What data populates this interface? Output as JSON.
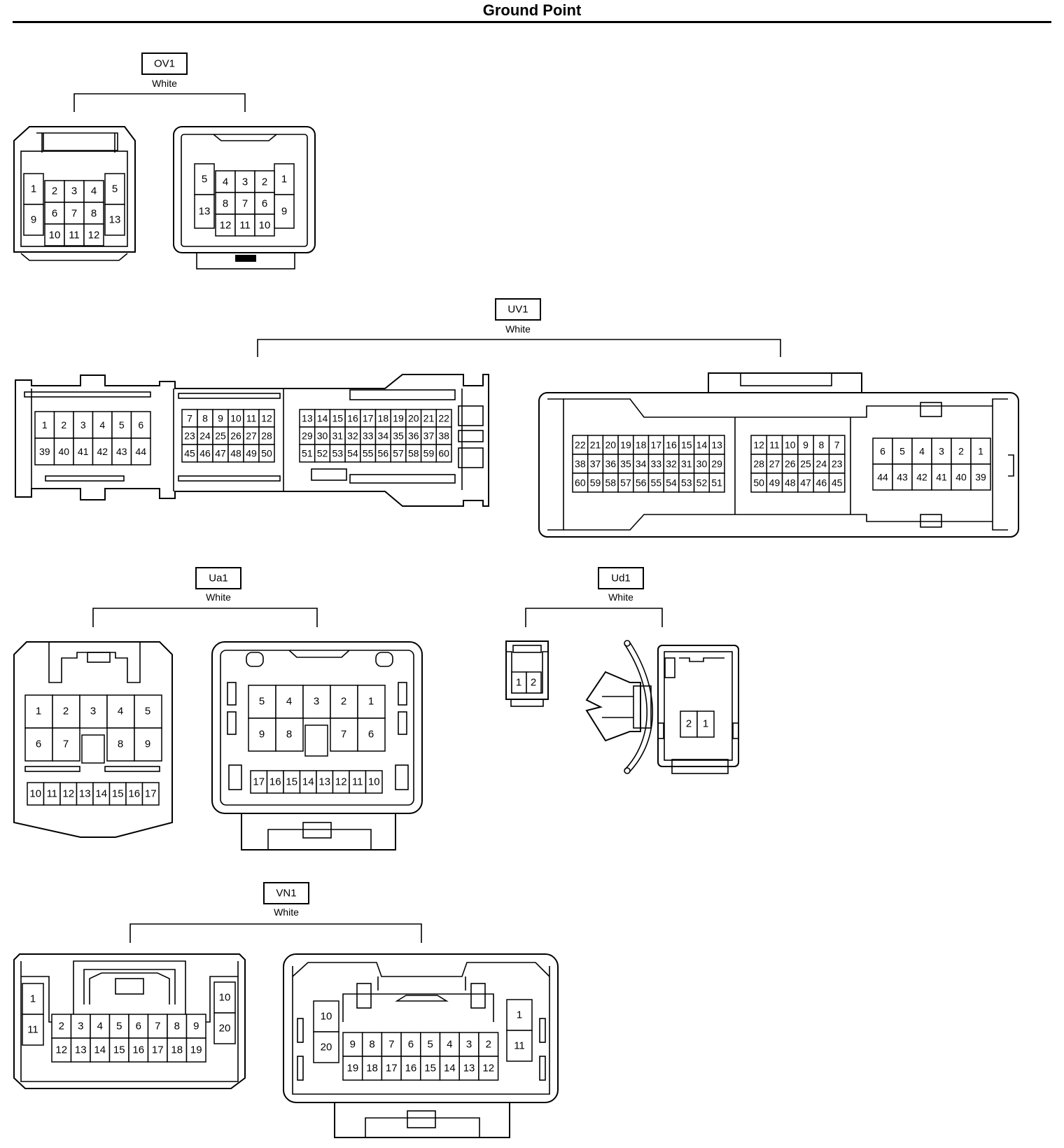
{
  "title": "Ground Point",
  "connectors": [
    {
      "code": "OV1",
      "color": "White",
      "views": [
        {
          "rows": [
            [
              "1",
              "2",
              "3",
              "4",
              "5"
            ],
            [
              "9",
              "6",
              "7",
              "8",
              "13"
            ],
            [
              "10",
              "11",
              "12"
            ]
          ]
        },
        {
          "rows": [
            [
              "5",
              "4",
              "3",
              "2",
              "1"
            ],
            [
              "13",
              "8",
              "7",
              "6",
              "9"
            ],
            [
              "12",
              "11",
              "10"
            ]
          ]
        }
      ]
    },
    {
      "code": "UV1",
      "color": "White",
      "views": [
        {
          "blocks": [
            [
              [
                "1",
                "2",
                "3",
                "4",
                "5",
                "6"
              ],
              [
                "39",
                "40",
                "41",
                "42",
                "43",
                "44"
              ]
            ],
            [
              [
                "7",
                "8",
                "9",
                "10",
                "11",
                "12"
              ],
              [
                "23",
                "24",
                "25",
                "26",
                "27",
                "28"
              ],
              [
                "45",
                "46",
                "47",
                "48",
                "49",
                "50"
              ]
            ],
            [
              [
                "13",
                "14",
                "15",
                "16",
                "17",
                "18",
                "19",
                "20",
                "21",
                "22"
              ],
              [
                "29",
                "30",
                "31",
                "32",
                "33",
                "34",
                "35",
                "36",
                "37",
                "38"
              ],
              [
                "51",
                "52",
                "53",
                "54",
                "55",
                "56",
                "57",
                "58",
                "59",
                "60"
              ]
            ]
          ]
        },
        {
          "blocks": [
            [
              [
                "22",
                "21",
                "20",
                "19",
                "18",
                "17",
                "16",
                "15",
                "14",
                "13"
              ],
              [
                "38",
                "37",
                "36",
                "35",
                "34",
                "33",
                "32",
                "31",
                "30",
                "29"
              ],
              [
                "60",
                "59",
                "58",
                "57",
                "56",
                "55",
                "54",
                "53",
                "52",
                "51"
              ]
            ],
            [
              [
                "12",
                "11",
                "10",
                "9",
                "8",
                "7"
              ],
              [
                "28",
                "27",
                "26",
                "25",
                "24",
                "23"
              ],
              [
                "50",
                "49",
                "48",
                "47",
                "46",
                "45"
              ]
            ],
            [
              [
                "6",
                "5",
                "4",
                "3",
                "2",
                "1"
              ],
              [
                "44",
                "43",
                "42",
                "41",
                "40",
                "39"
              ]
            ]
          ]
        }
      ]
    },
    {
      "code": "Ua1",
      "color": "White",
      "views": [
        {
          "rows": [
            [
              "1",
              "2",
              "3",
              "4",
              "5"
            ],
            [
              "6",
              "7",
              "8",
              "9"
            ],
            [
              "10",
              "11",
              "12",
              "13",
              "14",
              "15",
              "16",
              "17"
            ]
          ]
        },
        {
          "rows": [
            [
              "5",
              "4",
              "3",
              "2",
              "1"
            ],
            [
              "9",
              "8",
              "7",
              "6"
            ],
            [
              "17",
              "16",
              "15",
              "14",
              "13",
              "12",
              "11",
              "10"
            ]
          ]
        }
      ]
    },
    {
      "code": "Ud1",
      "color": "White",
      "views": [
        {
          "rows": [
            [
              "1",
              "2"
            ]
          ]
        },
        {
          "rows": [
            [
              "2",
              "1"
            ]
          ]
        }
      ]
    },
    {
      "code": "VN1",
      "color": "White",
      "views": [
        {
          "rows": [
            [
              "1",
              "11"
            ],
            [
              "2",
              "3",
              "4",
              "5",
              "6",
              "7",
              "8",
              "9"
            ],
            [
              "12",
              "13",
              "14",
              "15",
              "16",
              "17",
              "18",
              "19"
            ],
            [
              "10",
              "20"
            ]
          ]
        },
        {
          "rows": [
            [
              "10",
              "20"
            ],
            [
              "9",
              "8",
              "7",
              "6",
              "5",
              "4",
              "3",
              "2"
            ],
            [
              "19",
              "18",
              "17",
              "16",
              "15",
              "14",
              "13",
              "12"
            ],
            [
              "1",
              "11"
            ]
          ]
        }
      ]
    }
  ]
}
